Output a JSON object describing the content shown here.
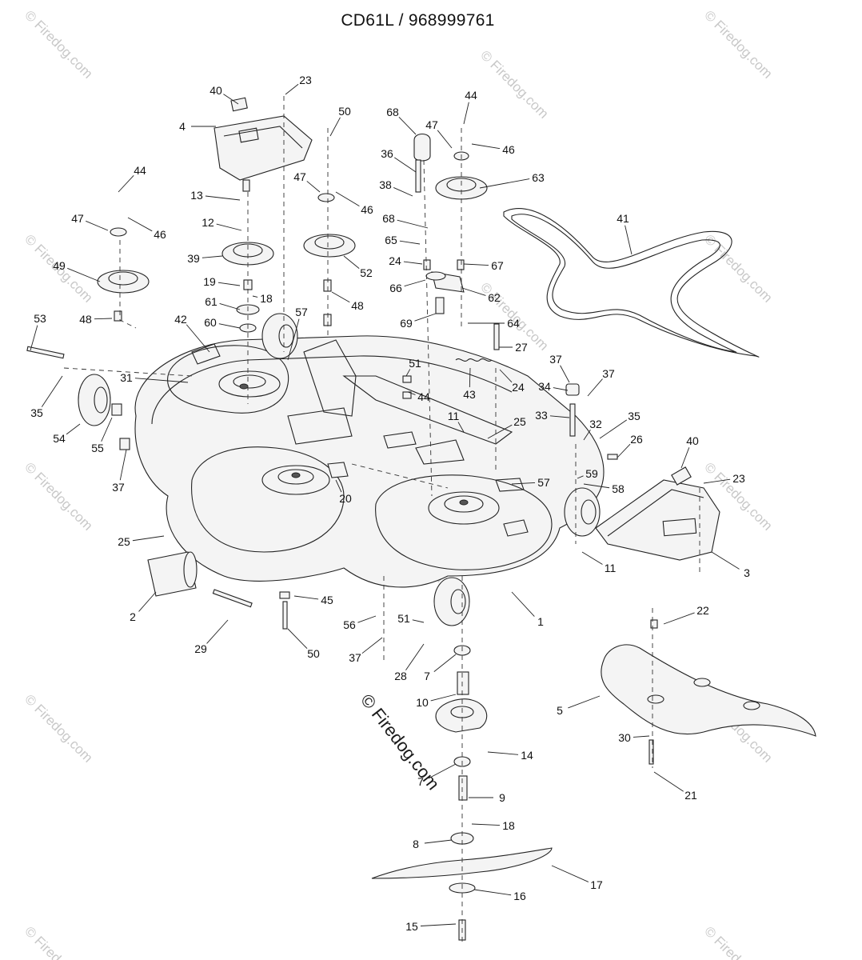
{
  "diagram": {
    "title": "CD61L / 968999761",
    "watermark_text": "© Firedog.com",
    "center_watermark_text": "© Firedog.com",
    "callouts": [
      "1",
      "2",
      "3",
      "4",
      "5",
      "7",
      "7",
      "8",
      "9",
      "10",
      "11",
      "11",
      "12",
      "13",
      "14",
      "15",
      "16",
      "17",
      "18",
      "18",
      "19",
      "20",
      "21",
      "22",
      "23",
      "23",
      "24",
      "24",
      "25",
      "25",
      "26",
      "27",
      "28",
      "29",
      "30",
      "31",
      "32",
      "33",
      "34",
      "35",
      "35",
      "36",
      "37",
      "37",
      "37",
      "37",
      "38",
      "39",
      "40",
      "40",
      "41",
      "42",
      "43",
      "44",
      "44",
      "44",
      "45",
      "46",
      "46",
      "46",
      "47",
      "47",
      "47",
      "48",
      "48",
      "49",
      "50",
      "50",
      "51",
      "51",
      "52",
      "53",
      "54",
      "55",
      "56",
      "57",
      "57",
      "58",
      "59",
      "60",
      "61",
      "62",
      "63",
      "64",
      "65",
      "66",
      "67",
      "68",
      "68",
      "69"
    ]
  }
}
